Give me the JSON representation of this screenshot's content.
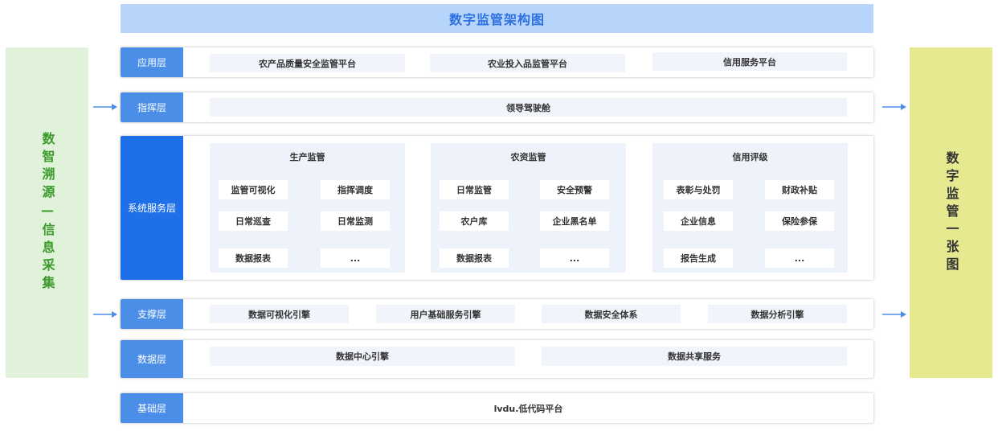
{
  "title": "数字监管架构图",
  "left_side": "数智溯源—信息采集",
  "right_side": "数字监管一张图",
  "colors": {
    "title_bg": "#b7d4fb",
    "title_text": "#2d72e0",
    "layer_label": "#4a8ee8",
    "layer_label_active": "#1f6fe8",
    "left_panel": "#e1f2da",
    "left_text": "#3a9a2a",
    "right_panel": "#e6e98f",
    "chip_bg": "#f1f4fb",
    "arrow": "#4a8ee8"
  },
  "layers": {
    "application": {
      "label": "应用层",
      "items": [
        "农产品质量安全监管平台",
        "农业投入品监管平台",
        "信用服务平台"
      ]
    },
    "command": {
      "label": "指挥层",
      "items": [
        "领导驾驶舱"
      ]
    },
    "system": {
      "label": "系统服务层",
      "groups": [
        {
          "title": "生产监管",
          "items": [
            "监管可视化",
            "指挥调度",
            "日常巡查",
            "日常监测",
            "数据报表",
            "..."
          ]
        },
        {
          "title": "农资监管",
          "items": [
            "日常监管",
            "安全预警",
            "农户库",
            "企业黑名单",
            "数据报表",
            "..."
          ]
        },
        {
          "title": "信用评级",
          "items": [
            "表彰与处罚",
            "财政补贴",
            "企业信息",
            "保险参保",
            "报告生成",
            "..."
          ]
        }
      ]
    },
    "support": {
      "label": "支撑层",
      "items": [
        "数据可视化引擎",
        "用户基础服务引擎",
        "数据安全体系",
        "数据分析引擎"
      ]
    },
    "data": {
      "label": "数据层",
      "items": [
        "数据中心引擎",
        "数据共享服务"
      ]
    },
    "base": {
      "label": "基础层",
      "items": [
        "lvdu.低代码平台"
      ]
    }
  }
}
